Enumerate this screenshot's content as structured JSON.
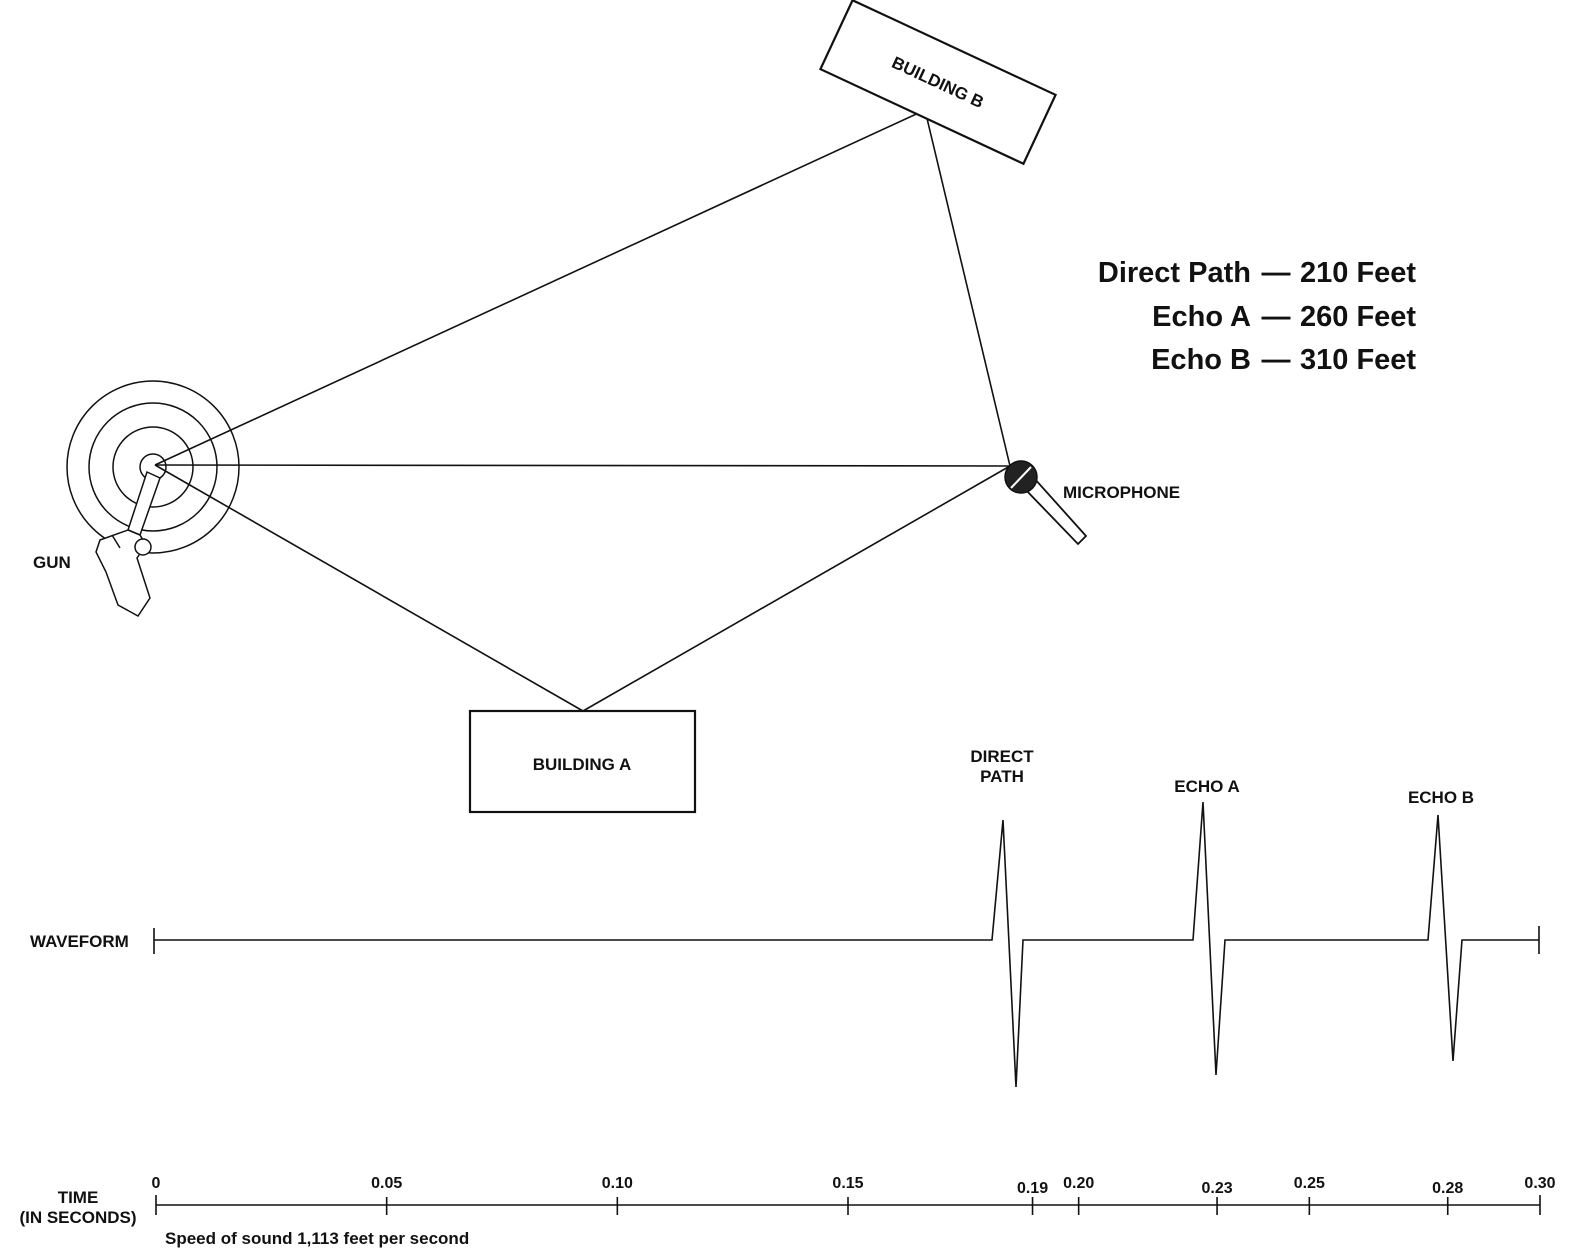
{
  "diagram": {
    "labels": {
      "building_b": "BUILDING B",
      "building_a": "BUILDING A",
      "microphone": "MICROPHONE",
      "gun": "GUN"
    },
    "legend": [
      {
        "name": "Direct Path",
        "dash": "—",
        "value": "210 Feet"
      },
      {
        "name": "Echo A",
        "dash": "—",
        "value": "260 Feet"
      },
      {
        "name": "Echo B",
        "dash": "—",
        "value": "310 Feet"
      }
    ]
  },
  "waveform": {
    "label": "WAVEFORM",
    "peaks": [
      {
        "label_lines": [
          "DIRECT",
          "PATH"
        ],
        "time": 0.19
      },
      {
        "label_lines": [
          "ECHO A"
        ],
        "time": 0.23
      },
      {
        "label_lines": [
          "ECHO B"
        ],
        "time": 0.28
      }
    ]
  },
  "time_axis": {
    "label_line1": "TIME",
    "label_line2": "(IN SECONDS)",
    "range": [
      0,
      0.3
    ],
    "ticks": [
      {
        "value": 0,
        "label": "0"
      },
      {
        "value": 0.05,
        "label": "0.05"
      },
      {
        "value": 0.1,
        "label": "0.10"
      },
      {
        "value": 0.15,
        "label": "0.15"
      },
      {
        "value": 0.19,
        "label": "0.19"
      },
      {
        "value": 0.2,
        "label": "0.20"
      },
      {
        "value": 0.23,
        "label": "0.23"
      },
      {
        "value": 0.25,
        "label": "0.25"
      },
      {
        "value": 0.28,
        "label": "0.28"
      },
      {
        "value": 0.3,
        "label": "0.30"
      }
    ],
    "footnote": "Speed of sound 1,113 feet per second"
  }
}
